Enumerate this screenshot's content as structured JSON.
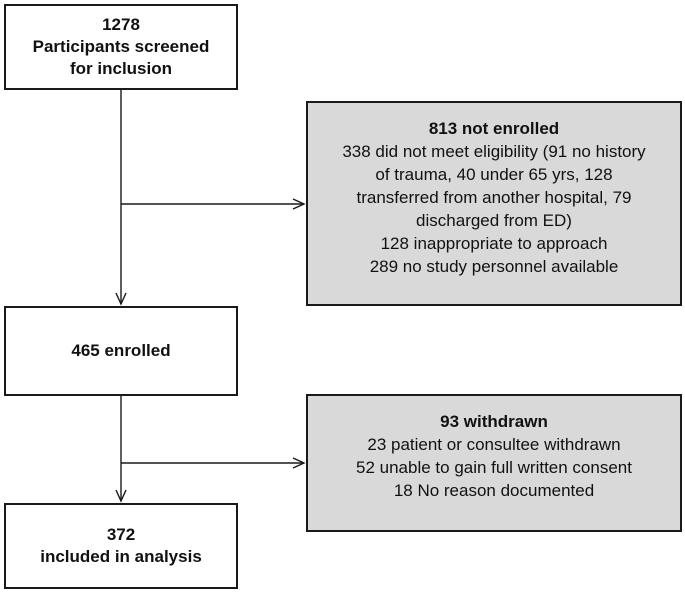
{
  "boxes": {
    "screened": {
      "count": "1278",
      "lines": [
        "Participants screened",
        "for inclusion"
      ]
    },
    "not_enrolled": {
      "title": "813 not enrolled",
      "lines": [
        "338 did not meet eligibility (91 no history",
        "of trauma, 40 under 65 yrs, 128",
        "transferred from another hospital, 79",
        "discharged from ED)",
        "128 inappropriate to approach",
        "289 no study personnel available"
      ]
    },
    "enrolled": {
      "title": "465 enrolled"
    },
    "withdrawn": {
      "title": "93 withdrawn",
      "lines": [
        "23 patient or consultee withdrawn",
        "52 unable to gain full written consent",
        "18 No reason documented"
      ]
    },
    "analysis": {
      "count": "372",
      "label": "included in analysis"
    }
  },
  "colors": {
    "box_fill": "#ffffff",
    "exclusion_fill": "#d9d9d9",
    "line": "#1a1a1a"
  }
}
